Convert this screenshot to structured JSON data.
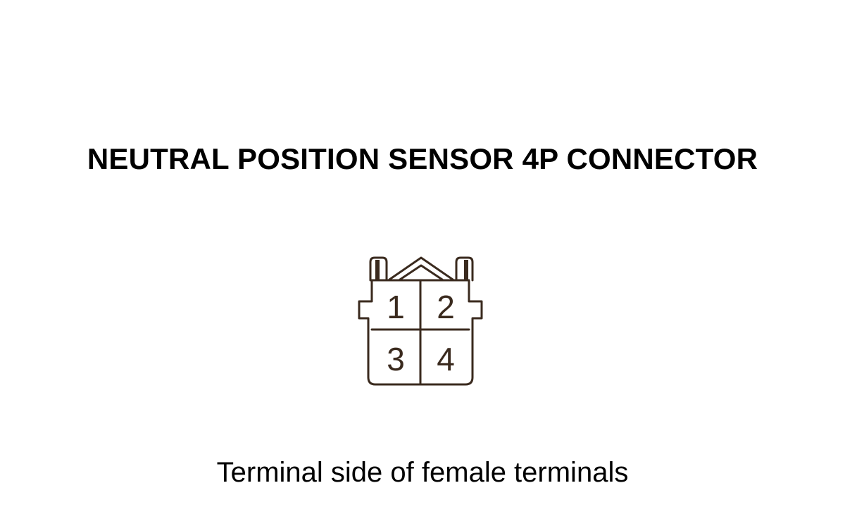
{
  "diagram": {
    "title": "NEUTRAL POSITION SENSOR 4P CONNECTOR",
    "caption": "Terminal side of female terminals",
    "line_color": "#3a2a1e",
    "pins": [
      {
        "label": "1"
      },
      {
        "label": "2"
      },
      {
        "label": "3"
      },
      {
        "label": "4"
      }
    ]
  }
}
